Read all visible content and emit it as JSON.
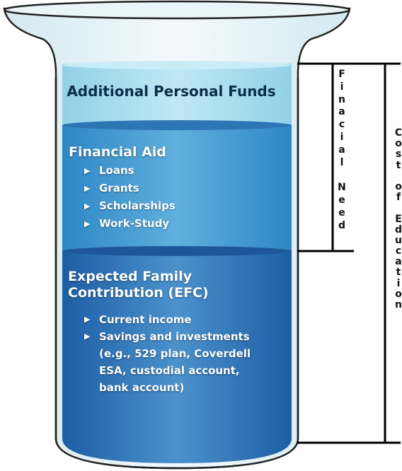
{
  "layers": {
    "personal_funds": {
      "title": "Additional Personal Funds"
    },
    "financial_aid": {
      "title": "Financial Aid",
      "items": [
        "Loans",
        "Grants",
        "Scholarships",
        "Work-Study"
      ]
    },
    "efc": {
      "title_line1": "Expected Family",
      "title_line2": "Contribution (EFC)",
      "items": [
        "Current income",
        "Savings and investments"
      ],
      "sub_lines": [
        "(e.g., 529 plan, Coverdell",
        "ESA, custodial account,",
        "bank account)"
      ]
    }
  },
  "brackets": {
    "financial_need": "Finacial Need",
    "cost_of_education": "Cost of Education"
  },
  "bullet_glyph": "▶",
  "colors": {
    "glass_outline": "#222222",
    "personal_funds_fill": "#9ed9ec",
    "financial_aid_fill": "#3b96cf",
    "efc_fill": "#1f63ab",
    "bracket_line": "#000000"
  }
}
